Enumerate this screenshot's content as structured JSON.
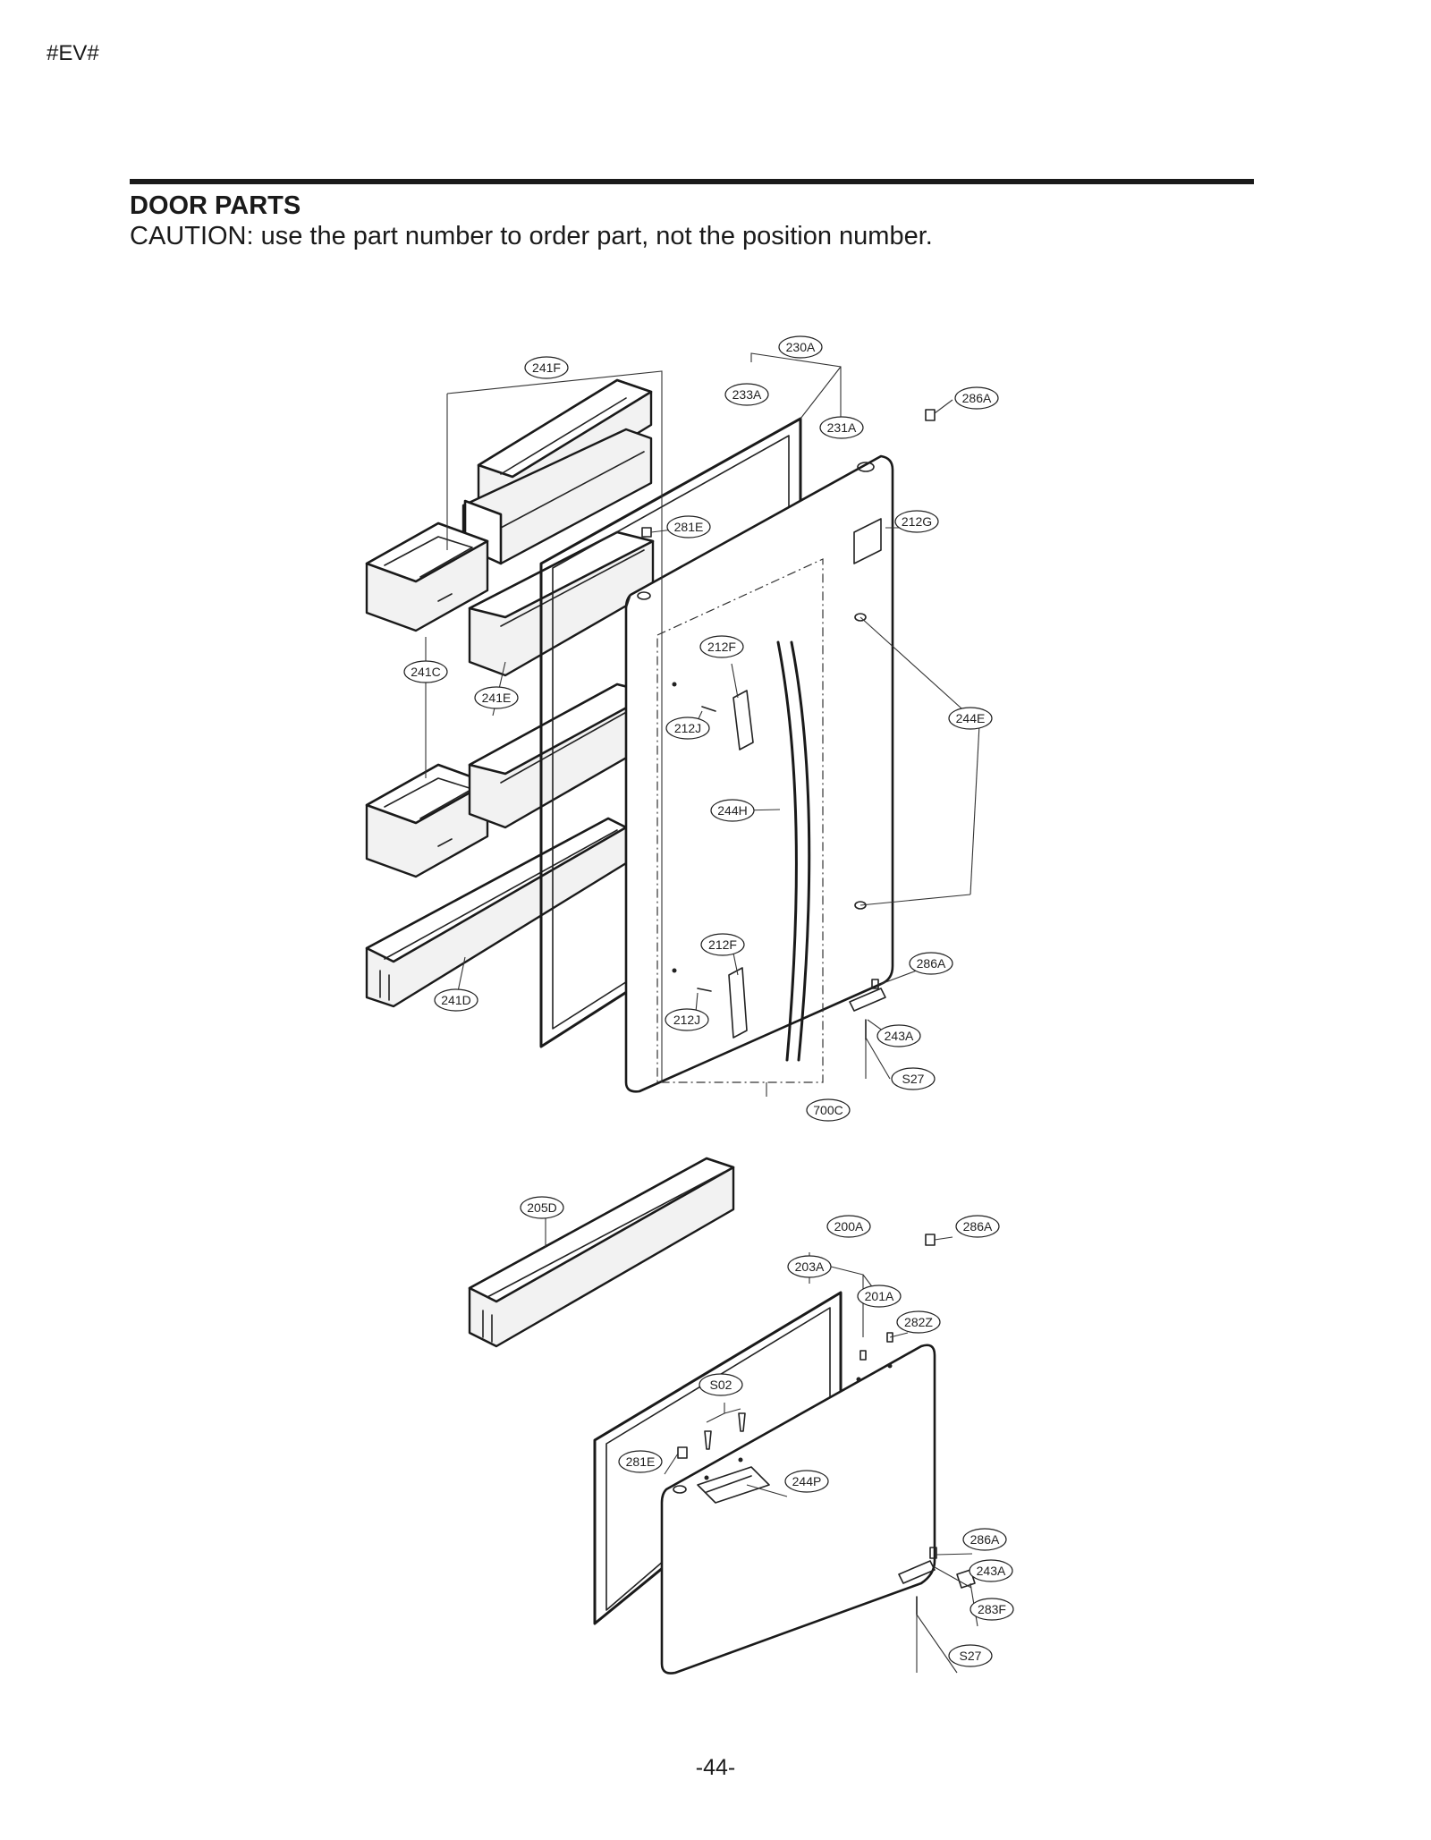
{
  "header": {
    "doc_code": "#EV#"
  },
  "section": {
    "title": "DOOR PARTS",
    "caution": "CAUTION: use the part number to order part, not the position number."
  },
  "callouts": [
    "241F",
    "230A",
    "233A",
    "231A",
    "286A",
    "212G",
    "281E",
    "241C",
    "241E",
    "212F",
    "212J",
    "244E",
    "244H",
    "241D",
    "286A",
    "243A",
    "S27",
    "700C",
    "205D",
    "200A",
    "286A",
    "203A",
    "201A",
    "282Z",
    "S02",
    "281E",
    "244P",
    "286A",
    "243A",
    "283F",
    "S27",
    "212F",
    "212J"
  ],
  "footer": {
    "page_number": "-44-"
  }
}
